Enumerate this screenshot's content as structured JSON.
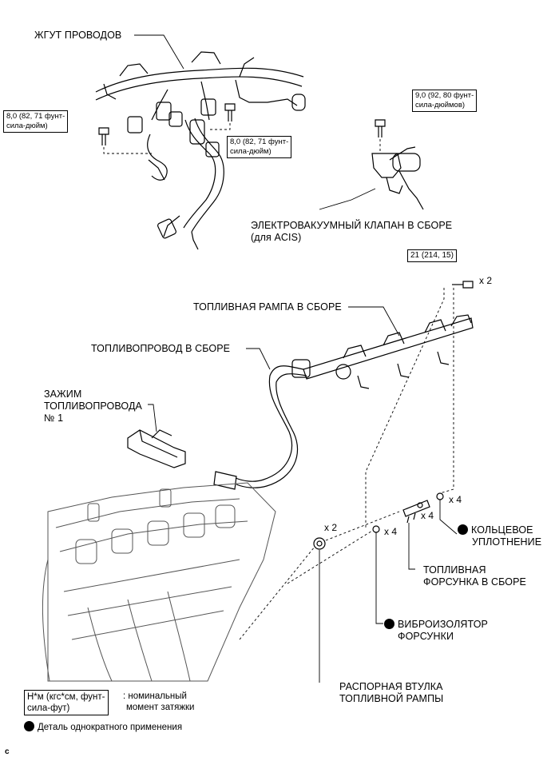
{
  "labels": {
    "wire_harness": "ЖГУТ ПРОВОДОВ",
    "vsv_line1": "ЭЛЕКТРОВАКУУМНЫЙ КЛАПАН В СБОРЕ",
    "vsv_line2": "(для ACIS)",
    "fuel_rail": "ТОПЛИВНАЯ РАМПА В СБОРЕ",
    "fuel_pipe": "ТОПЛИВОПРОВОД В СБОРЕ",
    "clamp_line1": "ЗАЖИМ",
    "clamp_line2": "ТОПЛИВОПРОВОДА",
    "clamp_line3": "№ 1",
    "o_ring_line1": "КОЛЬЦЕВОЕ",
    "o_ring_line2": "УПЛОТНЕНИЕ",
    "injector_line1": "ТОПЛИВНАЯ",
    "injector_line2": "ФОРСУНКА В СБОРЕ",
    "insulator_line1": "ВИБРОИЗОЛЯТОР",
    "insulator_line2": "ФОРСУНКИ",
    "spacer_line1": "РАСПОРНАЯ ВТУЛКА",
    "spacer_line2": "ТОПЛИВНОЙ РАМПЫ"
  },
  "torque": {
    "left_line1": "8,0 (82, 71 фунт-",
    "left_line2": "сила-дюйм)",
    "mid_line1": "8,0 (82, 71 фунт-",
    "mid_line2": "сила-дюйм)",
    "vsv_line1": "9,0 (92, 80 фунт-",
    "vsv_line2": "сила-дюймов)",
    "rail": "21 (214, 15)"
  },
  "quantities": {
    "rail_bolts": "x 2",
    "spacers": "x 2",
    "insulators": "x 4",
    "injectors": "x 4",
    "o_rings": "x 4"
  },
  "legend": {
    "torque_box_line1": "Н*м (кгс*см, фунт-",
    "torque_box_line2": "сила-фут)",
    "torque_desc_line1": ": номинальный",
    "torque_desc_line2": "момент затяжки",
    "non_reusable": "Деталь однократного применения"
  },
  "corner_mark": "c",
  "colors": {
    "ink": "#000000",
    "engine_line": "#555555",
    "paper": "#ffffff"
  }
}
